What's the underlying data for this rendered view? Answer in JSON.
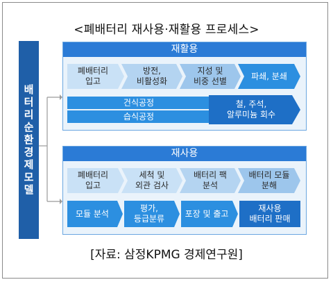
{
  "title": "<폐배터리 재사용·재활용 프로세스>",
  "vertical_label": "배터리순환경제모델",
  "source": "[자료: 삼정KPMG 경제연구원]",
  "recycling": {
    "header": "재활용",
    "steps": [
      {
        "line1": "폐배터리",
        "line2": "입고"
      },
      {
        "line1": "방전,",
        "line2": "비활성화"
      },
      {
        "line1": "지성 및",
        "line2": "비중 선별"
      },
      {
        "line1": "파쇄, 분쇄",
        "line2": ""
      }
    ],
    "dry_process": "건식공정",
    "wet_process": "습식공정",
    "recovery": {
      "line1": "철, 주석,",
      "line2": "알루미늄 회수"
    }
  },
  "reuse": {
    "header": "재사용",
    "steps": [
      {
        "line1": "폐배터리",
        "line2": "입고"
      },
      {
        "line1": "세척 및",
        "line2": "외관 검사"
      },
      {
        "line1": "배터리 팩",
        "line2": "분석"
      },
      {
        "line1": "배터리 모듈",
        "line2": "분해"
      }
    ],
    "steps2": [
      {
        "line1": "모듈 분석",
        "line2": ""
      },
      {
        "line1": "평가,",
        "line2": "등급분류"
      },
      {
        "line1": "포장 및 출고",
        "line2": ""
      },
      {
        "line1": "재사용",
        "line2": "배터리 판매"
      }
    ]
  },
  "colors": {
    "dark_blue": "#1f5fa8",
    "header_blue": "#2b7bd6",
    "accent_blue": "#2c8fe0",
    "light_blue": "#c9e1f6"
  }
}
